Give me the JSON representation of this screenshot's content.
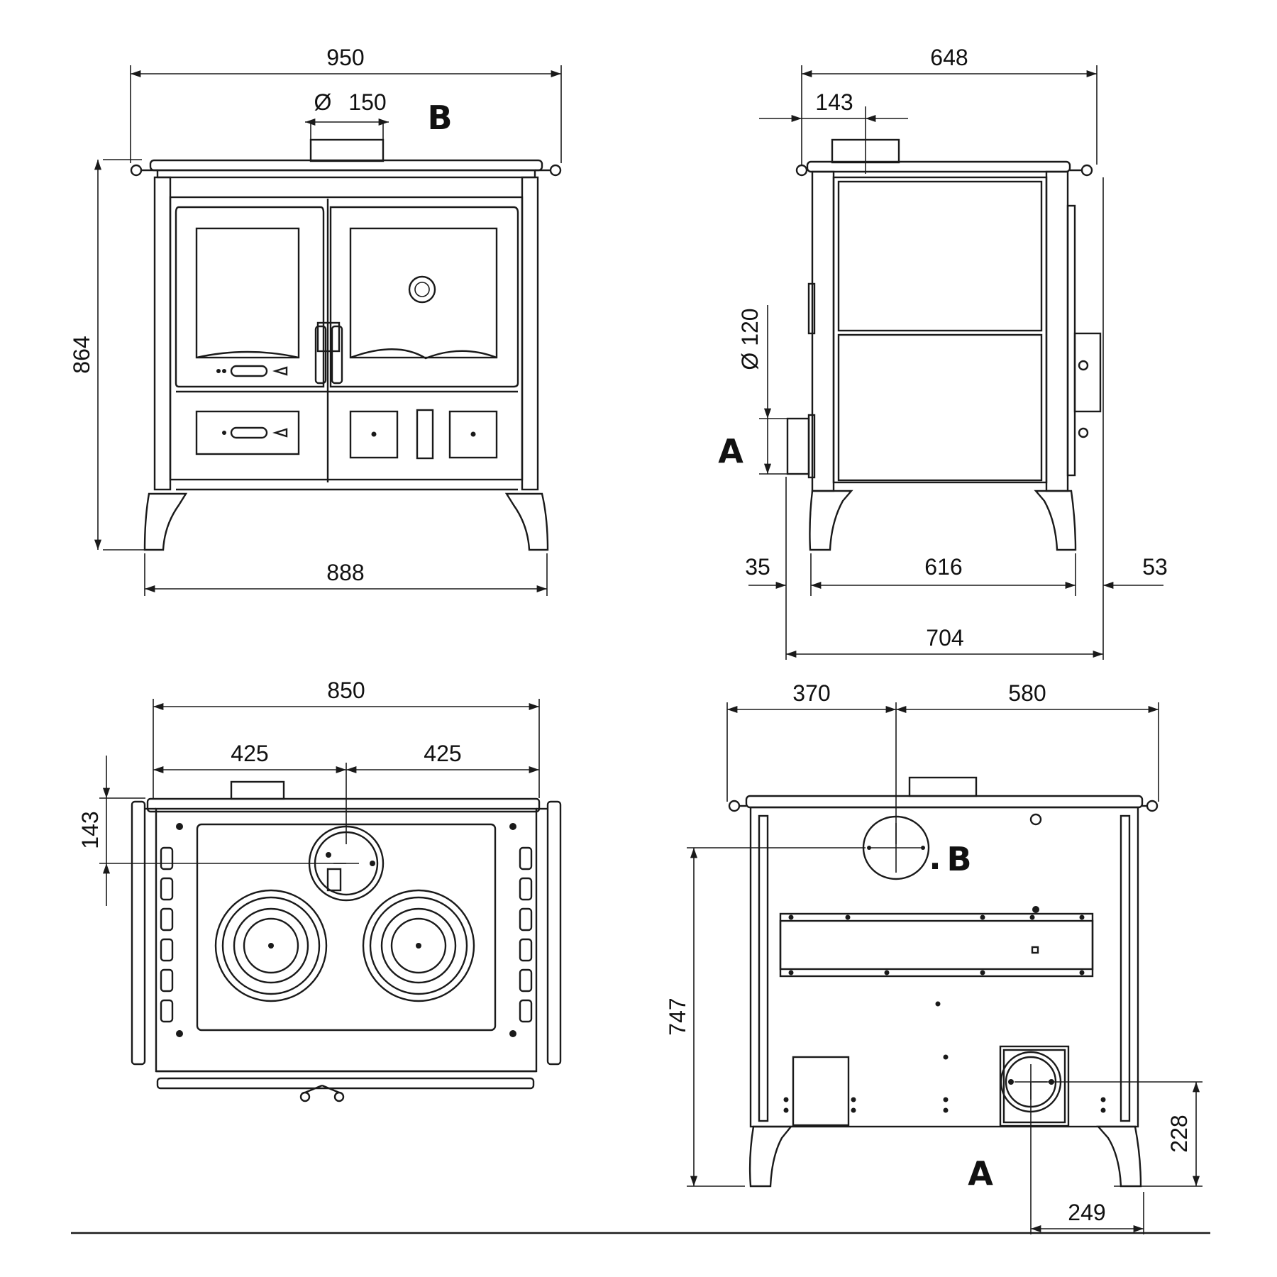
{
  "front_view": {
    "overall_width": "950",
    "flue_diameter_symbol": "Ø",
    "flue_diameter": "150",
    "outlet_label": "B",
    "height": "864",
    "base_width": "888"
  },
  "side_view": {
    "overall_depth": "648",
    "flue_offset": "143",
    "rear_flue_diameter": "Ø 120",
    "outlet_label": "A",
    "left_offset": "35",
    "body_depth": "616",
    "right_offset": "53",
    "total_depth": "704"
  },
  "top_view": {
    "top_width": "850",
    "half_left": "425",
    "half_right": "425",
    "flue_depth": "143"
  },
  "rear_view": {
    "left_to_flue": "370",
    "flue_to_right": "580",
    "outlet_b_label": "B",
    "outlet_b_prefix": ".",
    "flue_height": "747",
    "outlet_a_height": "228",
    "outlet_a_label": "A",
    "outlet_a_offset": "249"
  }
}
